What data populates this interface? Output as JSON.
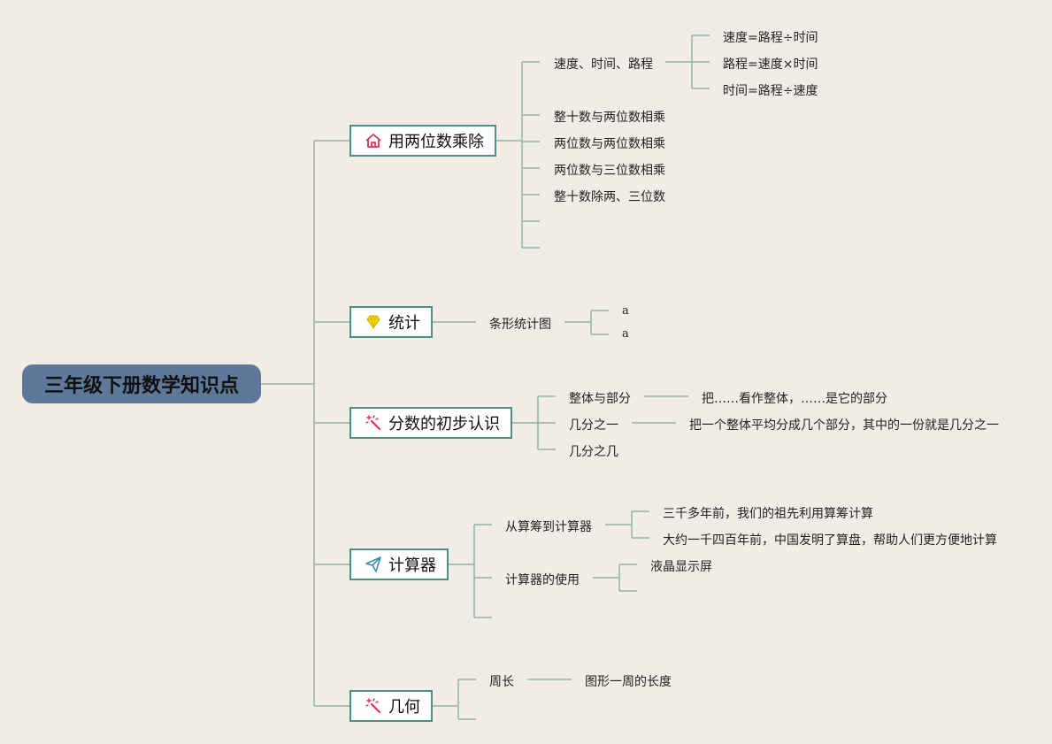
{
  "root": "三年级下册数学知识点",
  "branches": [
    {
      "label": "用两位数乘除",
      "icon": "house-icon",
      "icon_color": "#d0365a"
    },
    {
      "label": "统计",
      "icon": "diamond-icon",
      "icon_color": "#e6c400"
    },
    {
      "label": "分数的初步认识",
      "icon": "magic-wand-icon",
      "icon_color": "#d0365a"
    },
    {
      "label": "计算器",
      "icon": "paper-plane-icon",
      "icon_color": "#3a8fb0"
    },
    {
      "label": "几何",
      "icon": "magic-wand-icon",
      "icon_color": "#d0365a"
    }
  ],
  "b1": {
    "c1": "速度、时间、路程",
    "c1_children": [
      "速度=路程÷时间",
      "路程=速度×时间",
      "时间=路程÷速度"
    ],
    "c2": "整十数与两位数相乘",
    "c3": "两位数与两位数相乘",
    "c4": "两位数与三位数相乘",
    "c5": "整十数除两、三位数"
  },
  "b2": {
    "c1": "条形统计图",
    "c1_children": [
      "a",
      "a"
    ]
  },
  "b3": {
    "c1": "整体与部分",
    "c1_child": "把……看作整体，……是它的部分",
    "c2": "几分之一",
    "c2_child": "把一个整体平均分成几个部分，其中的一份就是几分之一",
    "c3": "几分之几"
  },
  "b4": {
    "c1": "从算筹到计算器",
    "c1_children": [
      "三千多年前，我们的祖先利用算筹计算",
      "大约一千四百年前，中国发明了算盘，帮助人们更方便地计算"
    ],
    "c2": "计算器的使用",
    "c2_child": "液晶显示屏"
  },
  "b5": {
    "c1": "周长",
    "c1_child": "图形一周的长度"
  },
  "colors": {
    "background": "#f2ece6",
    "root": "#5d7898",
    "line": "#8fb5ab",
    "branch_border": "#4f8f83"
  }
}
